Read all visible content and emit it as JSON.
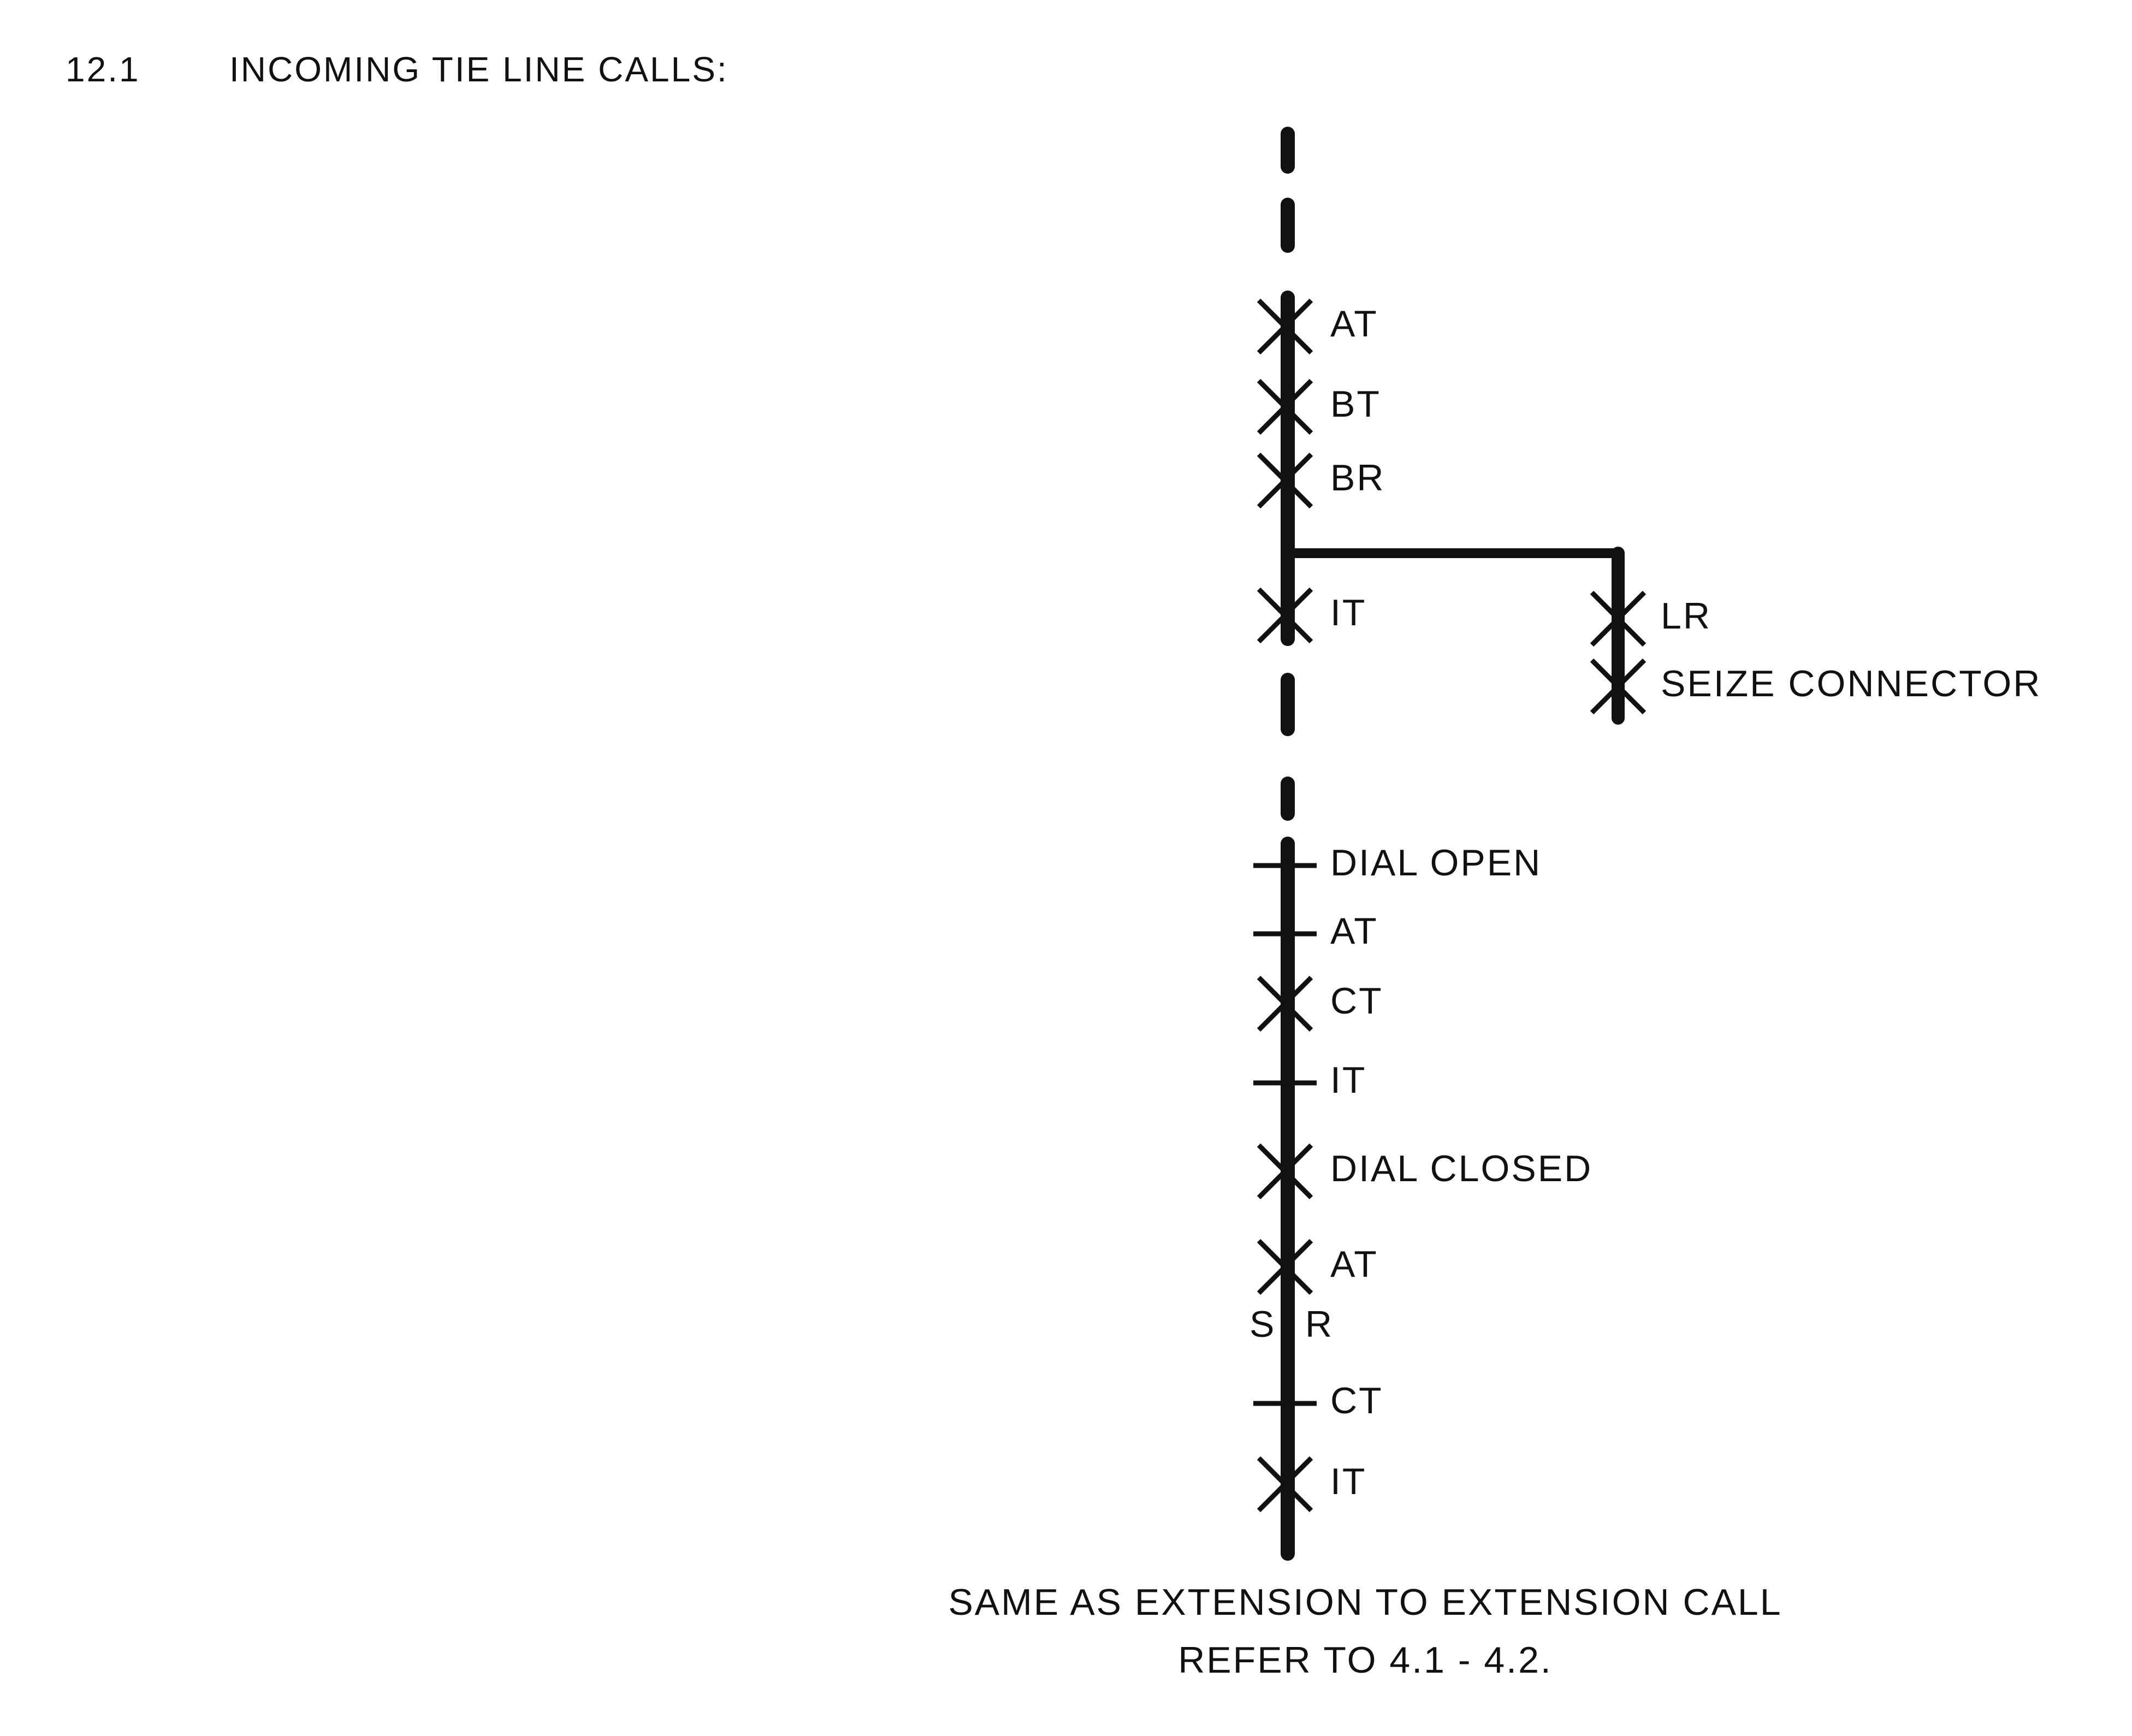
{
  "section": {
    "number": "12.1",
    "title": "INCOMING TIE LINE CALLS:"
  },
  "diagram": {
    "main_line_events": [
      {
        "mark": "cross",
        "label": "AT"
      },
      {
        "mark": "cross",
        "label": "BT"
      },
      {
        "mark": "cross",
        "label": "BR"
      },
      {
        "mark": "cross",
        "label": "IT"
      },
      {
        "mark": "tick",
        "label": "DIAL OPEN"
      },
      {
        "mark": "tick",
        "label": "AT"
      },
      {
        "mark": "cross",
        "label": "CT"
      },
      {
        "mark": "tick",
        "label": "IT"
      },
      {
        "mark": "cross",
        "label": "DIAL CLOSED"
      },
      {
        "mark": "cross",
        "label": "AT"
      },
      {
        "mark": "tick",
        "label": "CT"
      },
      {
        "mark": "cross",
        "label": "IT"
      }
    ],
    "branch_line_events": [
      {
        "mark": "cross",
        "label": "LR"
      },
      {
        "mark": "cross",
        "label": "SEIZE CONNECTOR"
      }
    ],
    "side_labels": {
      "left": "S",
      "right": "R"
    }
  },
  "footer": {
    "line1": "SAME AS EXTENSION TO EXTENSION CALL",
    "line2": "REFER TO 4.1  -  4.2."
  }
}
